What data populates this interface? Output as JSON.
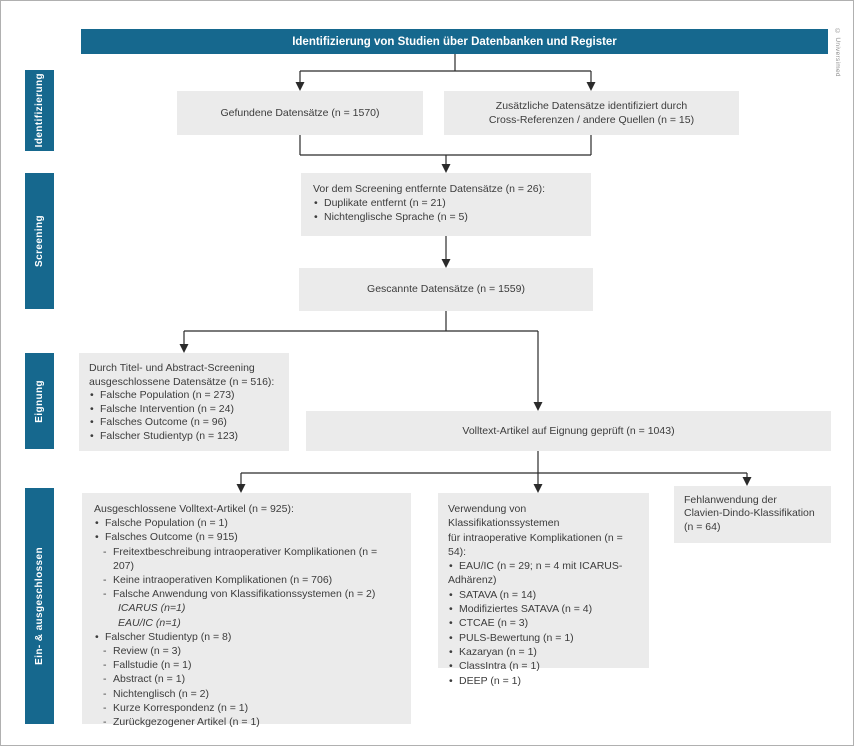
{
  "colors": {
    "accent": "#16688e",
    "box_bg": "#ebebeb",
    "arrow": "#2b2b2b",
    "text": "#3c3c3c"
  },
  "copyright": "© Universimed",
  "header": {
    "title": "Identifizierung von Studien über Datenbanken und Register"
  },
  "sidebar": [
    {
      "label": "Identifizierung"
    },
    {
      "label": "Screening"
    },
    {
      "label": "Eignung"
    },
    {
      "label": "Ein- & ausgeschlossen"
    }
  ],
  "boxes": {
    "found": {
      "text": "Gefundene Datensätze (n = 1570)"
    },
    "additional": {
      "line1": "Zusätzliche Datensätze identifiziert durch",
      "line2": "Cross-Referenzen / andere Quellen (n = 15)"
    },
    "removed": {
      "title": "Vor dem Screening entfernte Datensätze (n = 26):",
      "item1": "Duplikate entfernt (n = 21)",
      "item2": "Nichtenglische Sprache (n = 5)"
    },
    "scanned": {
      "text": "Gescannte Datensätze (n = 1559)"
    },
    "title_abstract_excluded": {
      "title1": "Durch Titel- und Abstract-Screening",
      "title2": "ausgeschlossene Datensätze (n = 516):",
      "item1": "Falsche Population (n = 273)",
      "item2": "Falsche Intervention (n = 24)",
      "item3": "Falsches Outcome (n = 96)",
      "item4": "Falscher Studientyp (n = 123)"
    },
    "fulltext_assessed": {
      "text": "Volltext-Artikel auf Eignung geprüft (n = 1043)"
    },
    "fulltext_excluded": {
      "title": "Ausgeschlossene Volltext-Artikel (n = 925):",
      "l1": "Falsche Population (n = 1)",
      "l2": "Falsches Outcome (n = 915)",
      "l3": "Freitextbeschreibung intraoperativer Komplikationen (n = 207)",
      "l4": "Keine intraoperativen Komplikationen (n = 706)",
      "l5": "Falsche Anwendung von Klassifikationssystemen (n = 2)",
      "l6": "ICARUS (n=1)",
      "l7": "EAU/IC (n=1)",
      "l8": "Falscher Studientyp (n = 8)",
      "l9": "Review (n = 3)",
      "l10": "Fallstudie (n = 1)",
      "l11": "Abstract (n = 1)",
      "l12": "Nichtenglisch (n = 2)",
      "l13": "Kurze Korrespondenz (n = 1)",
      "l14": "Zurückgezogener Artikel (n = 1)"
    },
    "classification_used": {
      "title1": "Verwendung von Klassifikationssystemen",
      "title2": "für intraoperative Komplikationen (n = 54):",
      "l1": "EAU/IC (n = 29; n = 4 mit ICARUS-",
      "l1b": "Adhärenz)",
      "l2": "SATAVA (n = 14)",
      "l3": "Modifiziertes SATAVA (n = 4)",
      "l4": "CTCAE (n = 3)",
      "l5": "PULS-Bewertung (n = 1)",
      "l6": "Kazaryan (n = 1)",
      "l7": "ClassIntra (n = 1)",
      "l8": "DEEP (n = 1)"
    },
    "misapplication": {
      "line1": "Fehlanwendung der",
      "line2": "Clavien-Dindo-Klassifikation",
      "line3": "(n = 64)"
    }
  }
}
